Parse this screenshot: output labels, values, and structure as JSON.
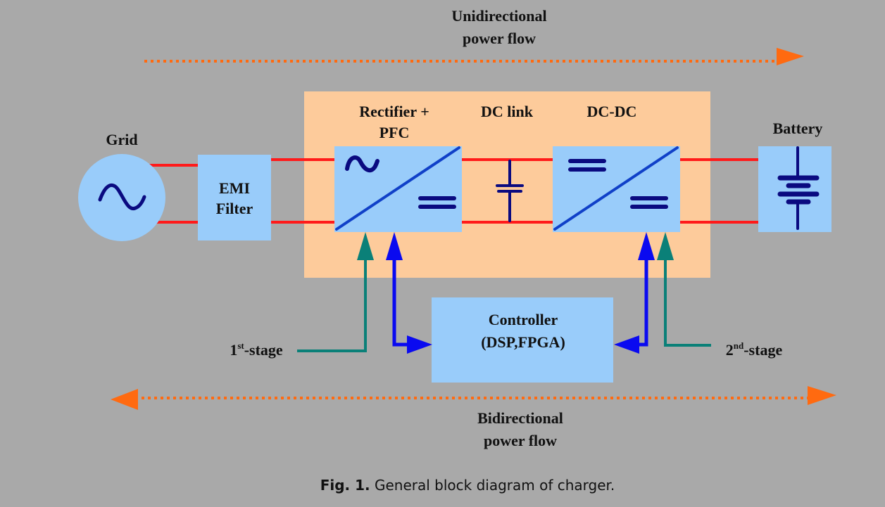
{
  "labels": {
    "unidirectional_line1": "Unidirectional",
    "unidirectional_line2": "power flow",
    "bidirectional_line1": "Bidirectional",
    "bidirectional_line2": "power flow",
    "grid": "Grid",
    "emi_line1": "EMI",
    "emi_line2": "Filter",
    "rectifier_line1": "Rectifier +",
    "rectifier_line2": "PFC",
    "dc_link": "DC link",
    "dcdc": "DC-DC",
    "battery": "Battery",
    "controller_line1": "Controller",
    "controller_line2": "(DSP,FPGA)",
    "stage1_num": "1",
    "stage1_sup": "st",
    "stage1_rest": "-stage",
    "stage2_num": "2",
    "stage2_sup": "nd",
    "stage2_rest": "-stage"
  },
  "caption": {
    "prefix": "Fig. 1.",
    "text": " General block diagram of charger."
  },
  "colors": {
    "background": "#a9a9a9",
    "converter_area": "#fdcb9b",
    "block_fill": "#99ccfa",
    "power_line": "#ff1a1a",
    "symbol": "#0a0a80",
    "diagonal": "#1040c8",
    "flow_arrow": "#ff6a10",
    "stage_signal": "#0a8078",
    "control_signal": "#0a0af0"
  },
  "icons": {
    "grid_source": "ac-sine-source-icon",
    "rectifier": "ac-dc-converter-icon",
    "dc_link": "capacitor-icon",
    "dcdc": "dc-dc-converter-icon",
    "battery": "battery-icon"
  }
}
